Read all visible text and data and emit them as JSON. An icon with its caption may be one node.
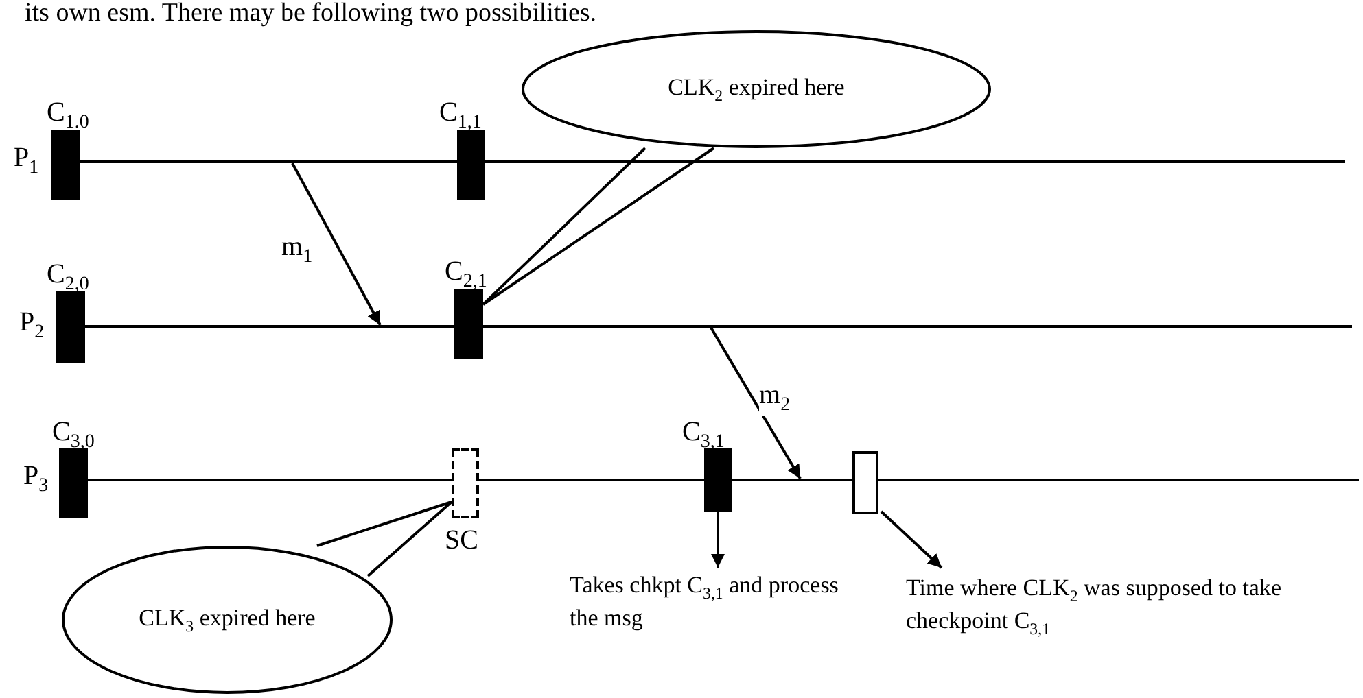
{
  "diagram": {
    "nodes": [
      {
        "text": [],
        "shape": "line"
      },
      {
        "text": [],
        "shape": "bar",
        "beside": [
          "C$_{1.0}$"
        ]
      },
      {
        "text": [],
        "shape": "bar",
        "beside": [
          "C$_{1,1}$"
        ]
      },
      {
        "text": [],
        "shape": "line"
      },
      {
        "text": [],
        "shape": "bar",
        "beside": [
          "C$_{2,0}$"
        ]
      },
      {
        "text": [],
        "shape": "bar",
        "beside": [
          "C$_{2,1}$"
        ]
      },
      {
        "text": [],
        "shape": "line"
      },
      {
        "text": [],
        "shape": "bar",
        "beside": [
          "C$_{3,0}$"
        ]
      },
      {
        "text": [],
        "shape": "box",
        "beside": [
          "SC"
        ]
      },
      {
        "text": [],
        "shape": "bar",
        "beside": [
          "C$_{3,1}$"
        ]
      },
      {
        "text": [],
        "shape": "box"
      },
      {
        "text": [
          "CLK$_{2}$ expired here"
        ]
      },
      {
        "text": [
          "CLK$_{3}$ expired here"
        ]
      },
      {
        "text": [
          "Takes chkpt  C$_{3,1}$ and process the msg"
        ]
      },
      {
        "text": [
          "Time where CLK$_{2}$ was supposed to take checkpoint C$_{3,1}$"
        ]
      }
    ],
    "edges": [
      {
        "from": 0,
        "to": 3,
        "arrow": "to",
        "label": "m$_{1}$"
      },
      {
        "from": 3,
        "to": 6,
        "arrow": "to",
        "label": "m$_{2}$"
      },
      {
        "from": 11,
        "to": 5,
        "arrow": "none"
      },
      {
        "from": 12,
        "to": 8,
        "arrow": "none"
      },
      {
        "from": 9,
        "to": 13,
        "arrow": "to"
      },
      {
        "from": 10,
        "to": 14,
        "arrow": "to"
      }
    ],
    "labels": [
      "its own esm. There may be following two possibilities.",
      "P$_{1}$",
      "P$_{2}$",
      "P$_{3}$"
    ]
  }
}
